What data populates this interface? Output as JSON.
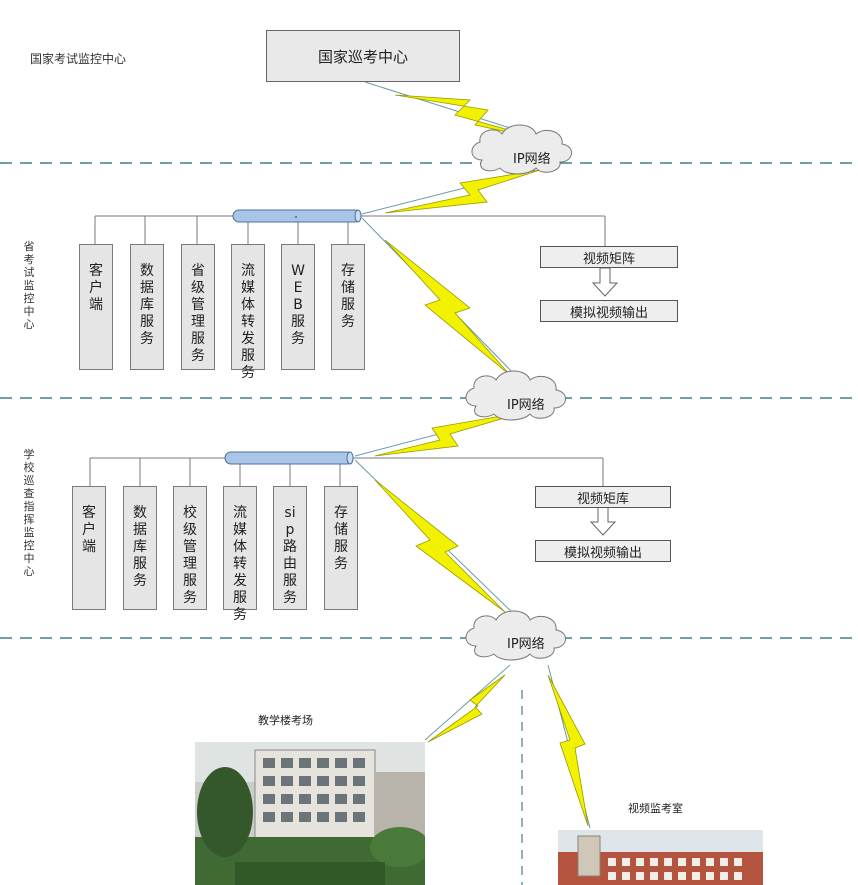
{
  "labels": {
    "national_center": "国家考试监控中心",
    "provincial_center": "省考试监控中心",
    "school_center": "学校巡查指挥监控中心"
  },
  "top_node": "国家巡考中心",
  "clouds": [
    "IP网络",
    "IP网络",
    "IP网络"
  ],
  "provincial": {
    "services": [
      "客户端",
      "数据库服务",
      "省级管理服务",
      "流媒体转发服务",
      "WEB服务",
      "存储服务"
    ],
    "matrix": "视频矩阵",
    "analog_out": "模拟视频输出"
  },
  "school": {
    "services": [
      "客户端",
      "数据库服务",
      "校级管理服务",
      "流媒体转发服务",
      "sip路由服务",
      "存储服务"
    ],
    "matrix": "视频矩库",
    "analog_out": "模拟视频输出"
  },
  "sites": {
    "teaching_building": "教学楼考场",
    "monitor_room": "视频监考室"
  },
  "colors": {
    "dash_line": "#3f7f8f",
    "lightning": "#f2f200",
    "lightning_stroke": "#9a9a00",
    "bus": "#a9c6e8",
    "box": "#e6e6e6"
  }
}
